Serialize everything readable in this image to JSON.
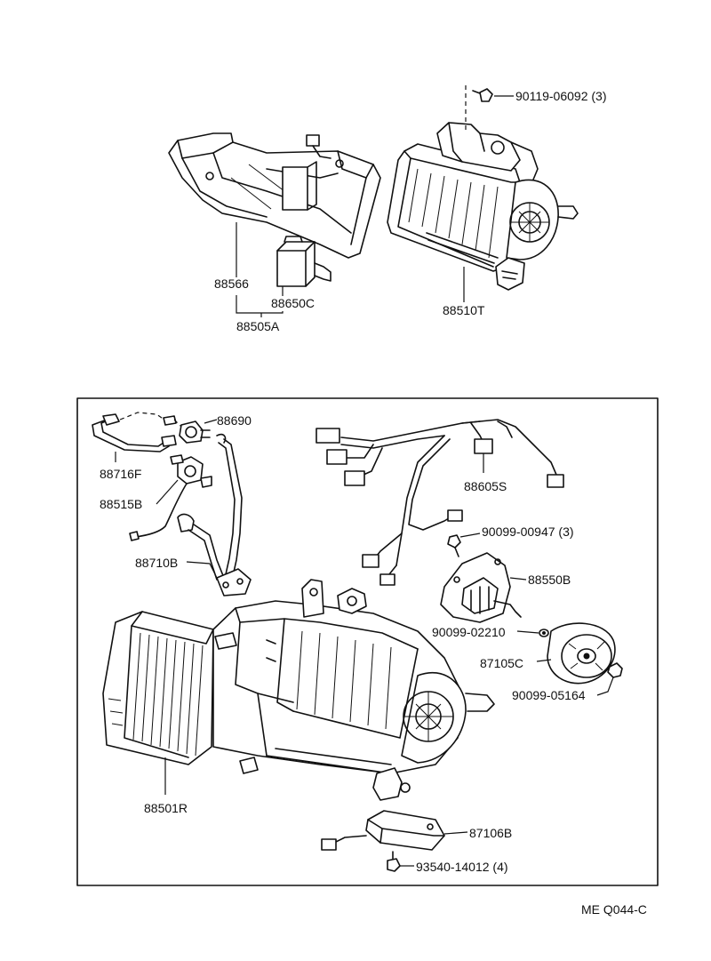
{
  "top_assembly": {
    "labels": {
      "bolt": "90119-06092 (3)",
      "duct": "88566",
      "relay": "88650C",
      "duct_group": "88505A",
      "unit": "88510T"
    }
  },
  "lower_assembly": {
    "labels": {
      "switch_top": "88690",
      "pipe": "88716F",
      "valve": "88515B",
      "tube": "88710B",
      "harness_connector": "88605S",
      "bolt_a": "90099-00947 (3)",
      "motor_cover": "88550B",
      "washer": "90099-02210",
      "blower_motor": "87105C",
      "nut": "90099-05164",
      "evaporator": "88501R",
      "amplifier": "87106B",
      "screw": "93540-14012 (4)"
    }
  },
  "figure_code": "ME Q044-C"
}
